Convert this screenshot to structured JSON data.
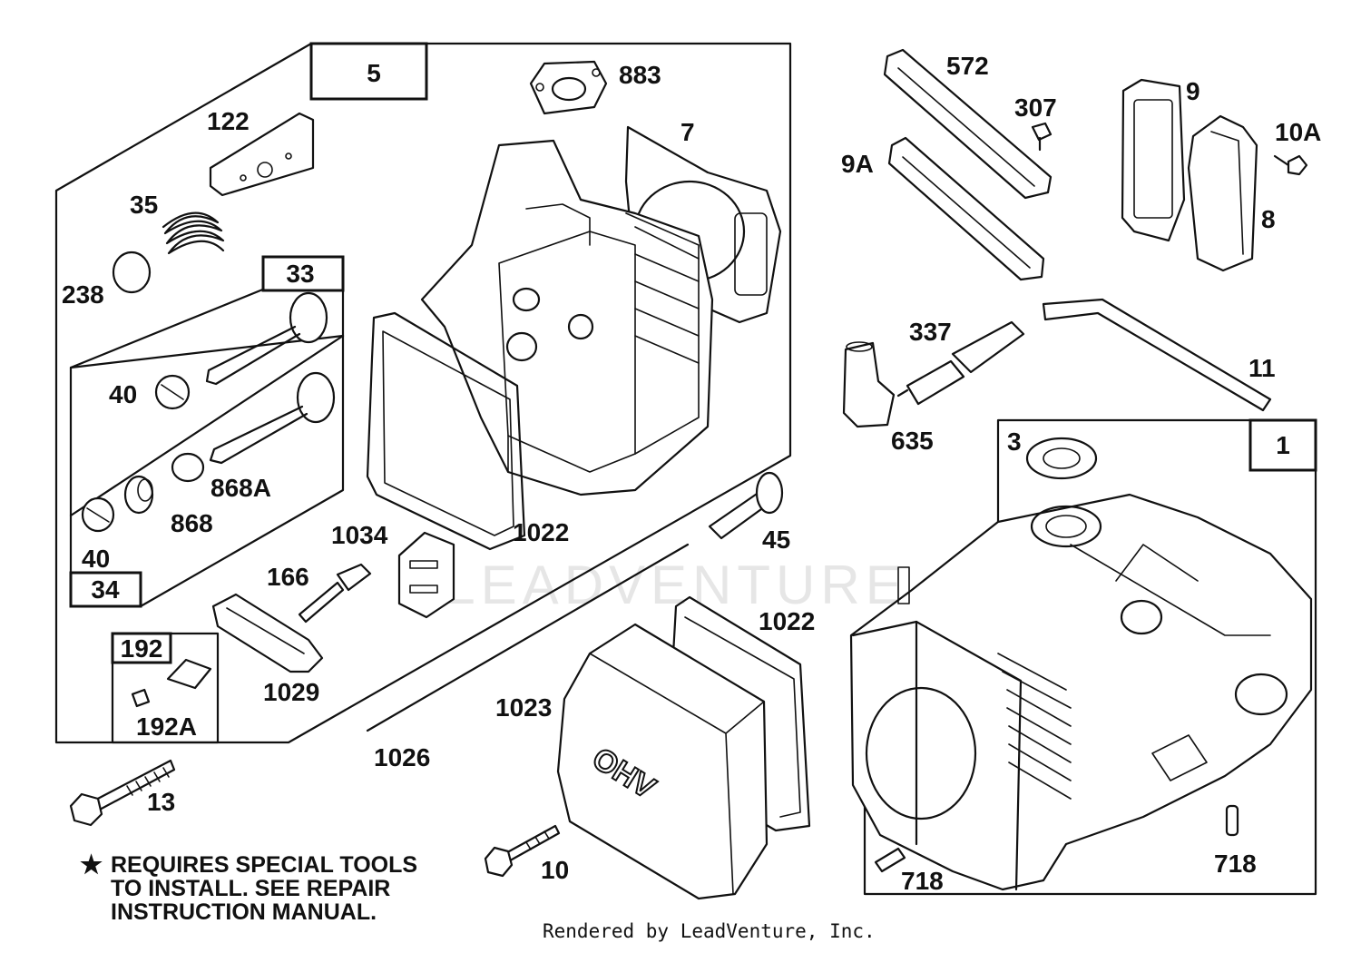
{
  "watermark": "LEADVENTURE",
  "boxes": {
    "b5": "5",
    "b33": "33",
    "b34": "34",
    "b192": "192",
    "b1": "1"
  },
  "labels": {
    "p883": "883",
    "p7": "7",
    "p122": "122",
    "p35": "35",
    "p238": "238",
    "p40a": "40",
    "p868A": "868A",
    "p868": "868",
    "p40b": "40",
    "p1034": "1034",
    "p1022a": "1022",
    "p166": "166",
    "p45": "45",
    "p1029": "1029",
    "p192A": "192A",
    "p13": "13",
    "p1026": "1026",
    "p1023": "1023",
    "p1022b": "1022",
    "p10": "10",
    "p572": "572",
    "p307": "307",
    "p9A": "9A",
    "p9": "9",
    "p10A": "10A",
    "p8": "8",
    "p337": "337",
    "p11": "11",
    "p635": "635",
    "p3": "3",
    "p718a": "718",
    "p718b": "718"
  },
  "note": {
    "symbol": "★",
    "line1": "REQUIRES SPECIAL TOOLS",
    "line2": "TO INSTALL.  SEE REPAIR",
    "line3": "INSTRUCTION MANUAL."
  },
  "footer": "Rendered by LeadVenture, Inc."
}
